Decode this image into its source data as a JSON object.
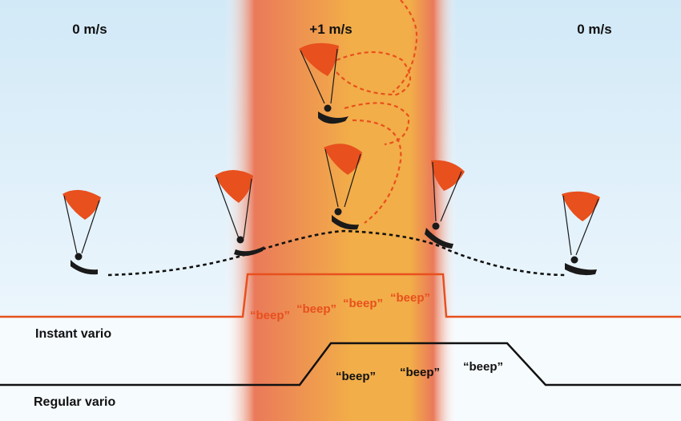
{
  "speeds": {
    "left": "0 m/s",
    "center": "+1 m/s",
    "right": "0 m/s"
  },
  "traces": {
    "instant": {
      "label": "Instant vario",
      "beeps": [
        "“beep”",
        "“beep”",
        "“beep”",
        "“beep”"
      ]
    },
    "regular": {
      "label": "Regular vario",
      "beeps": [
        "“beep”",
        "“beep”",
        "“beep”"
      ]
    }
  },
  "colors": {
    "sky_top": "#d2e9f7",
    "sky_bottom": "#ffffff",
    "thermal_core": "#f2ae48",
    "thermal_edge": "#ea7a5a",
    "canopy": "#e8501e",
    "pilot": "#1a1a1a",
    "instant_line": "#e8501e",
    "instant_text": "#e8501e",
    "regular_line": "#111111",
    "flight_path": "#111111",
    "circling_path": "#e8501e"
  },
  "icons": [
    "paraglider-icon"
  ]
}
